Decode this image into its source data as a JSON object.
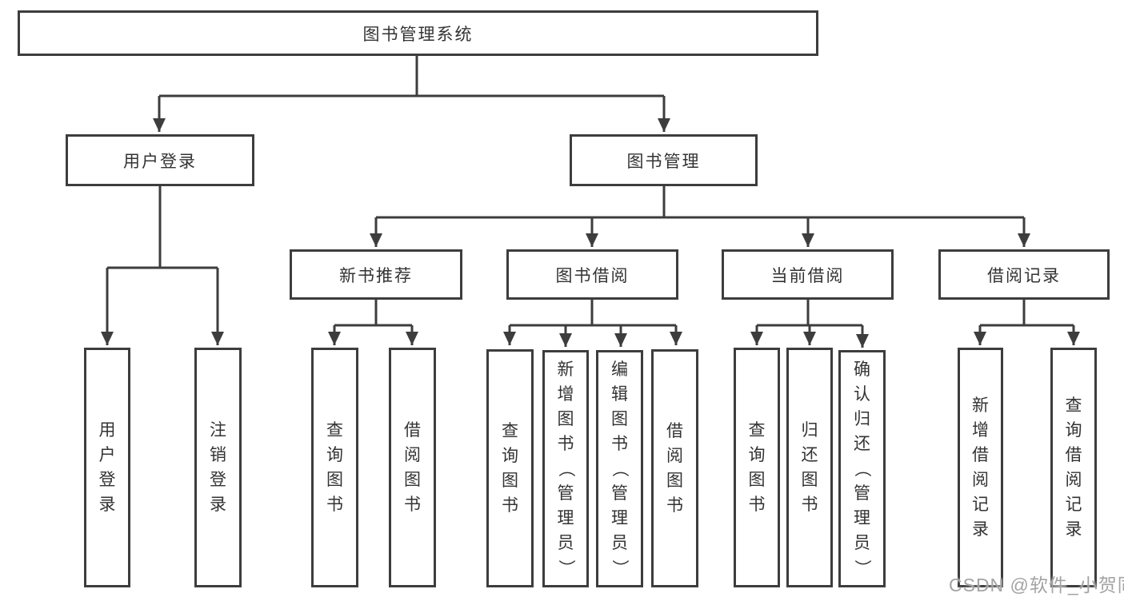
{
  "tree": {
    "root": "图书管理系统",
    "branches": [
      {
        "label": "用户登录",
        "leaves": [
          "用户登录",
          "注销登录"
        ]
      },
      {
        "label": "图书管理",
        "groups": [
          {
            "label": "新书推荐",
            "leaves": [
              "查询图书",
              "借阅图书"
            ]
          },
          {
            "label": "图书借阅",
            "leaves": [
              "查询图书",
              "新增图书（管理员）",
              "编辑图书（管理员）",
              "借阅图书"
            ]
          },
          {
            "label": "当前借阅",
            "leaves": [
              "查询图书",
              "归还图书",
              "确认归还（管理员）"
            ]
          },
          {
            "label": "借阅记录",
            "leaves": [
              "新增借阅记录",
              "查询借阅记录"
            ]
          }
        ]
      }
    ]
  },
  "watermark": "CSDN @软件_小贺同学",
  "colors": {
    "line": "#3d3d3d",
    "text": "#333333",
    "watermark": "#a3a3a3"
  }
}
